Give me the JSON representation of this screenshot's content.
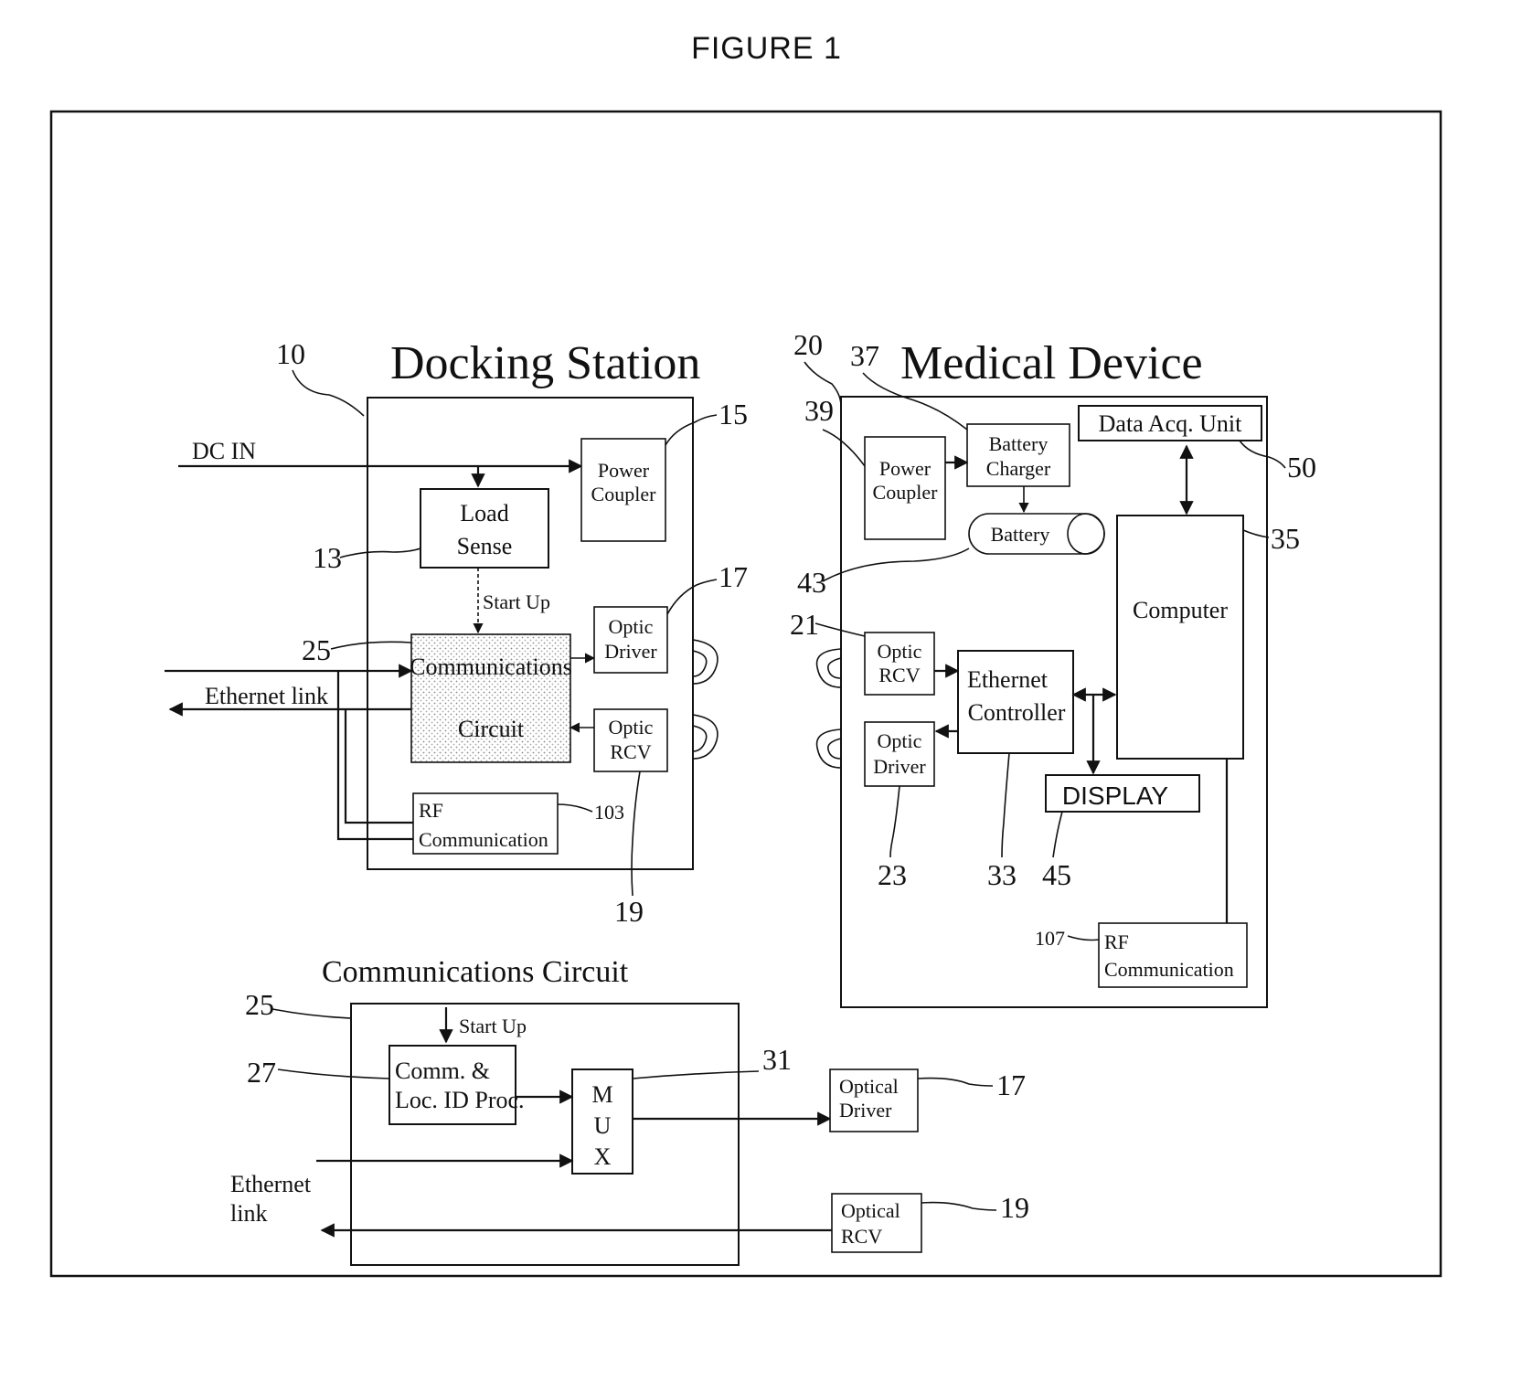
{
  "figure_title": "FIGURE 1",
  "docking_station": {
    "title": "Docking Station",
    "ref": "10",
    "dc_in": "DC IN",
    "ethernet_link": "Ethernet link",
    "start_up": "Start Up",
    "power_coupler": [
      "Power",
      "Coupler"
    ],
    "load_sense": [
      "Load",
      "Sense"
    ],
    "communications_circuit": [
      "Communications",
      "Circuit"
    ],
    "optic_driver": [
      "Optic",
      "Driver"
    ],
    "optic_rcv": [
      "Optic",
      "RCV"
    ],
    "rf_communication": [
      "RF",
      "Communication"
    ],
    "refs": {
      "load_sense": "13",
      "power_coupler": "15",
      "optic_driver": "17",
      "comm": "25",
      "optic_rcv": "19",
      "rf": "103"
    }
  },
  "medical_device": {
    "title": "Medical Device",
    "ref": "20",
    "data_acq": "Data Acq. Unit",
    "power_coupler": [
      "Power",
      "Coupler"
    ],
    "battery_charger": [
      "Battery",
      "Charger"
    ],
    "battery": "Battery",
    "computer": "Computer",
    "optic_rcv": [
      "Optic",
      "RCV"
    ],
    "ethernet_controller": [
      "Ethernet",
      "Controller"
    ],
    "optic_driver": [
      "Optic",
      "Driver"
    ],
    "display": "DISPLAY",
    "rf_communication": [
      "RF",
      "Communication"
    ],
    "refs": {
      "charger": "37",
      "power_coupler": "39",
      "data_acq": "50",
      "battery": "43",
      "computer": "35",
      "optic_rcv": "21",
      "optic_driver": "23",
      "ethernet_controller": "33",
      "display": "45",
      "rf": "107"
    }
  },
  "comm_circuit": {
    "title": "Communications Circuit",
    "ref": "25",
    "start_up": "Start Up",
    "proc": [
      "Comm. &",
      "Loc. ID Proc."
    ],
    "mux": [
      "M",
      "U",
      "X"
    ],
    "optical_driver": [
      "Optical",
      "Driver"
    ],
    "optical_rcv": [
      "Optical",
      "RCV"
    ],
    "ethernet_link": [
      "Ethernet",
      "link"
    ],
    "refs": {
      "proc": "27",
      "mux": "31",
      "optical_driver": "17",
      "optical_rcv": "19"
    }
  }
}
